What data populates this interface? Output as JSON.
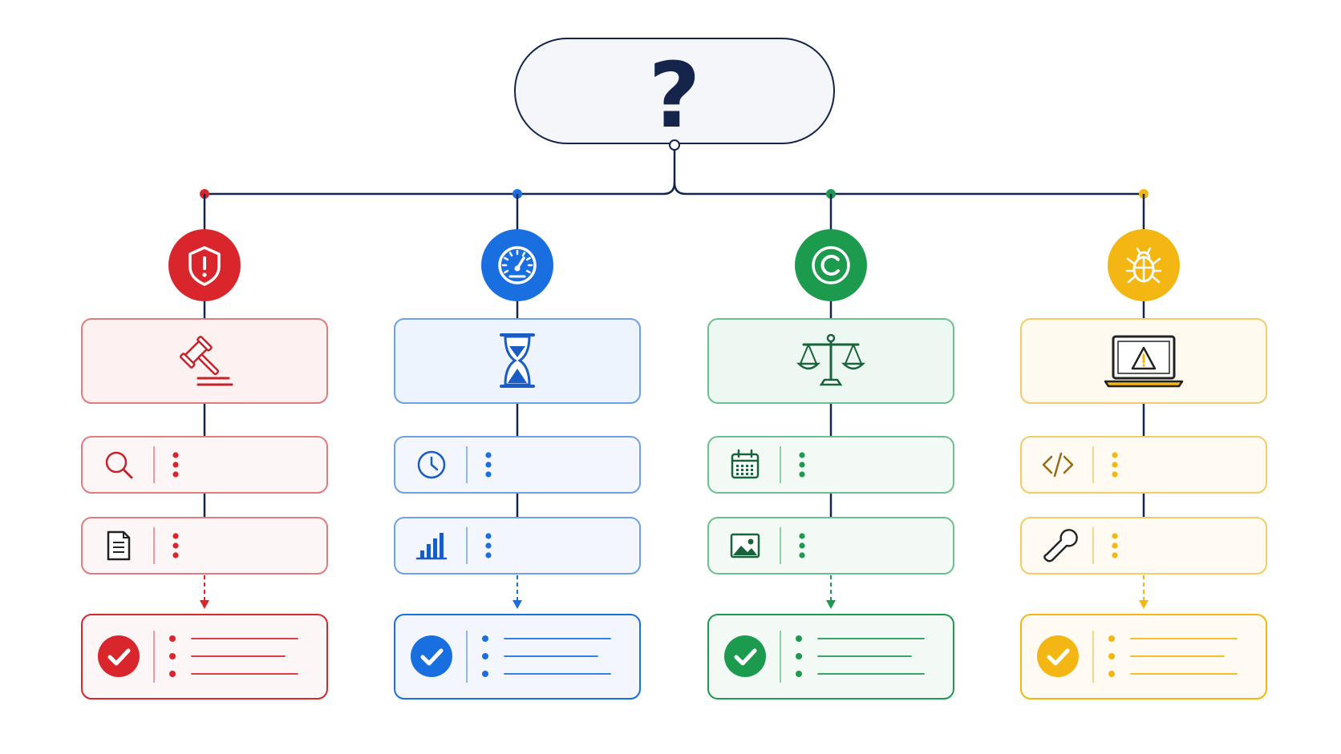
{
  "root": {
    "symbol": "?"
  },
  "palette": {
    "ink": "#14244a",
    "root_fill": "#f4f6fa"
  },
  "branches": [
    {
      "theme": "red",
      "colors": {
        "main": "#d8262c",
        "light": "#fdf1f1",
        "soft": "#fdf6f6",
        "border": "#e07b7e",
        "stroke": "#c4232a"
      },
      "badge_icon": "shield-alert-icon",
      "header_icon": "gavel-icon",
      "steps": [
        {
          "icon": "search-icon"
        },
        {
          "icon": "document-icon"
        }
      ],
      "result_icon": "check-circle-icon"
    },
    {
      "theme": "blue",
      "colors": {
        "main": "#1a6fe0",
        "light": "#eef4fd",
        "soft": "#f3f7fd",
        "border": "#6ea0e6",
        "stroke": "#1a5bc4"
      },
      "badge_icon": "speedometer-icon",
      "header_icon": "hourglass-icon",
      "steps": [
        {
          "icon": "clock-icon"
        },
        {
          "icon": "bar-chart-icon"
        }
      ],
      "result_icon": "check-circle-icon"
    },
    {
      "theme": "green",
      "colors": {
        "main": "#1c9a4e",
        "light": "#eef8f2",
        "soft": "#f3faf5",
        "border": "#6cc08f",
        "stroke": "#17633a"
      },
      "badge_icon": "copyright-icon",
      "header_icon": "balance-scale-icon",
      "steps": [
        {
          "icon": "calendar-icon"
        },
        {
          "icon": "image-icon"
        }
      ],
      "result_icon": "check-circle-icon"
    },
    {
      "theme": "yellow",
      "colors": {
        "main": "#f3b613",
        "light": "#fefaf0",
        "soft": "#fffbf2",
        "border": "#f0cd68",
        "stroke": "#222222"
      },
      "badge_icon": "bug-icon",
      "header_icon": "laptop-warning-icon",
      "steps": [
        {
          "icon": "code-icon"
        },
        {
          "icon": "wrench-icon"
        }
      ],
      "result_icon": "check-circle-icon"
    }
  ]
}
